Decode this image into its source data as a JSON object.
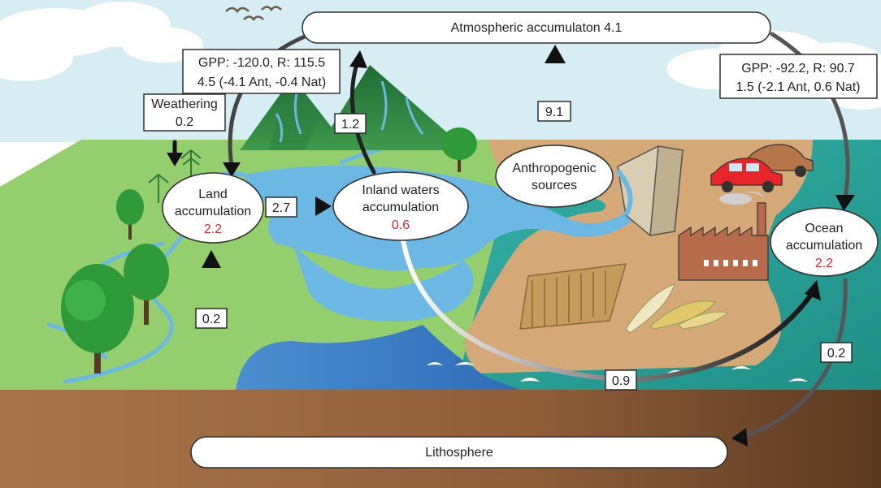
{
  "nodes": {
    "atmosphere": {
      "label": "Atmospheric accumulaton 4.1"
    },
    "lithosphere": {
      "label": "Lithosphere"
    },
    "land": {
      "line1": "Land",
      "line2": "accumulation",
      "value": "2.2"
    },
    "inland": {
      "line1": "Inland waters",
      "line2": "accumulation",
      "value": "0.6"
    },
    "ocean": {
      "line1": "Ocean",
      "line2": "accumulation",
      "value": "2.2"
    },
    "anthro": {
      "line1": "Anthropogenic",
      "line2": "sources"
    }
  },
  "fluxes": {
    "land_gpp": {
      "line1": "GPP: -120.0, R: 115.5",
      "line2": "4.5 (-4.1 Ant, -0.4 Nat)"
    },
    "ocean_gpp": {
      "line1": "GPP: -92.2, R: 90.7",
      "line2": "1.5 (-2.1 Ant, 0.6 Nat)"
    },
    "weathering": {
      "line1": "Weathering",
      "line2": "0.2"
    },
    "inland_to_atm": "1.2",
    "anthro_to_atm": "9.1",
    "land_to_inland": "2.7",
    "litho_to_land": "0.2",
    "inland_to_ocean": "0.9",
    "ocean_to_litho": "0.2"
  },
  "colors": {
    "sky": "#d6eef3",
    "land": "#95cf6d",
    "water": "#6ab8e3",
    "deep_water": "#3c7fc4",
    "ocean": "#2aa79a",
    "soil": "#d4a877",
    "lithosphere": "#9b6841",
    "accent_red": "#e8262a"
  }
}
